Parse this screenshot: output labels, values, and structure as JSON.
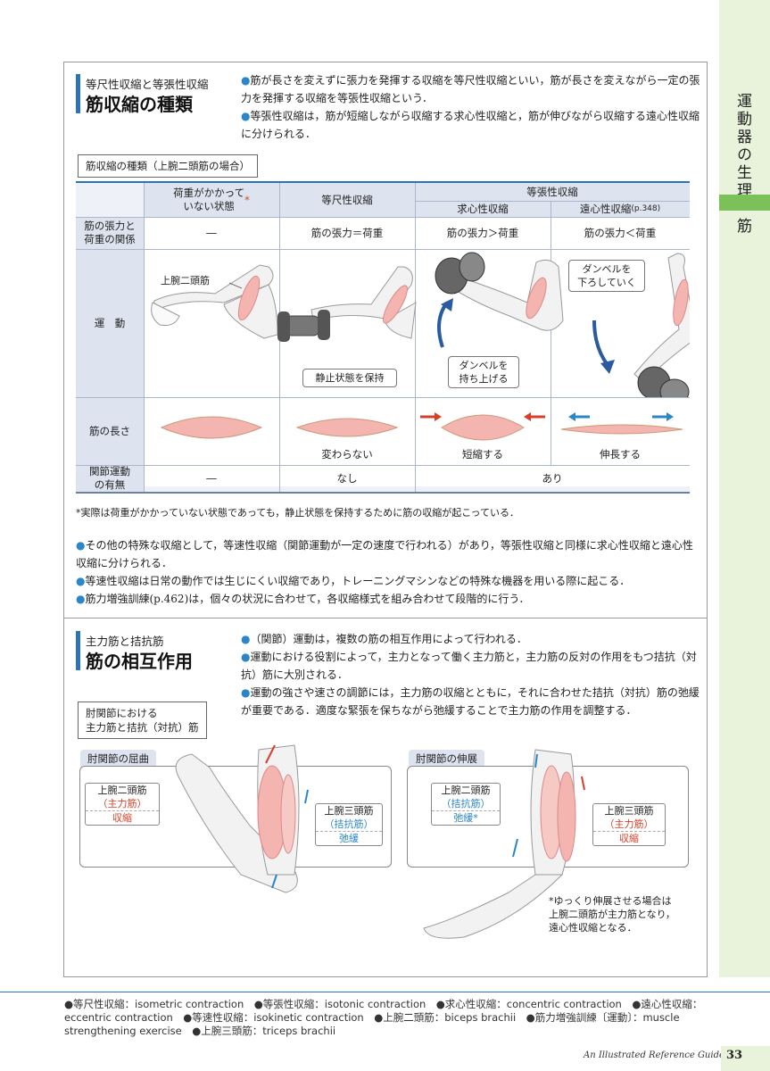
{
  "side": {
    "section": "運動器の生理",
    "subsection": "筋"
  },
  "section1": {
    "subtitle": "等尺性収縮と等張性収縮",
    "title": "筋収縮の種類",
    "bullets": [
      "筋が長さを変えずに張力を発揮する収縮を等尺性収縮といい，筋が長さを変えながら一定の張力を発揮する収縮を等張性収縮という．",
      "等張性収縮は，筋が短縮しながら収縮する求心性収縮と，筋が伸びながら収縮する遠心性収縮に分けられる．"
    ]
  },
  "table": {
    "label": "筋収縮の種類（上腕二頭筋の場合）",
    "col_unloaded": "荷重がかかって\nいない状態",
    "asterisk": "*",
    "col_isometric": "等尺性収縮",
    "col_isotonic": "等張性収縮",
    "col_concentric": "求心性収縮",
    "col_eccentric": "遠心性収縮",
    "col_eccentric_ref": "(p.348)",
    "row_tension": "筋の張力と\n荷重の関係",
    "row_motion": "運　動",
    "row_length": "筋の長さ",
    "row_joint": "関節運動\nの有無",
    "tension": [
      "―",
      "筋の張力＝荷重",
      "筋の張力＞荷重",
      "筋の張力＜荷重"
    ],
    "biceps_label": "上腕二頭筋",
    "callout_static": "静止状態を保持",
    "callout_lift": "ダンベルを\n持ち上げる",
    "callout_lower": "ダンベルを\n下ろしていく",
    "length": [
      "変わらない",
      "短縮する",
      "伸長する"
    ],
    "joint": [
      "―",
      "なし",
      "あり"
    ]
  },
  "footnote": "*実際は荷重がかかっていない状態であっても，静止状態を保持するために筋の収縮が起こっている．",
  "bullets2": [
    "その他の特殊な収縮として，等速性収縮（関節運動が一定の速度で行われる）があり，等張性収縮と同様に求心性収縮と遠心性収縮に分けられる．",
    "等速性収縮は日常の動作では生じにくい収縮であり，トレーニングマシンなどの特殊な機器を用いる際に起こる．",
    "筋力増強訓練(p.462)は，個々の状況に合わせて，各収縮様式を組み合わせて段階的に行う．"
  ],
  "section2": {
    "subtitle": "主力筋と拮抗筋",
    "title": "筋の相互作用",
    "bullets": [
      "（関節）運動は，複数の筋の相互作用によって行われる．",
      "運動における役割によって，主力となって働く主力筋と，主力筋の反対の作用をもつ拮抗（対抗）筋に大別される．",
      "運動の強さや速さの調節には，主力筋の収縮とともに，それに合わせた拮抗（対抗）筋の弛緩が重要である．適度な緊張を保ちながら弛緩することで主力筋の作用を調整する．"
    ],
    "fig_label": "肘関節における\n主力筋と拮抗（対抗）筋",
    "flexion": {
      "tab": "肘関節の屈曲",
      "biceps": "上腕二頭筋",
      "biceps_role": "（主力筋）",
      "biceps_state": "収縮",
      "triceps": "上腕三頭筋",
      "triceps_role": "（拮抗筋）",
      "triceps_state": "弛緩"
    },
    "extension": {
      "tab": "肘関節の伸展",
      "biceps": "上腕二頭筋",
      "biceps_role": "（拮抗筋）",
      "biceps_state": "弛緩*",
      "triceps": "上腕三頭筋",
      "triceps_role": "（主力筋）",
      "triceps_state": "収縮"
    },
    "note": "*ゆっくり伸展させる場合は\n上腕二頭筋が主力筋となり，\n遠心性収縮となる．"
  },
  "footer": {
    "glossary": "●等尺性収縮：isometric contraction　●等張性収縮：isotonic contraction　●求心性収縮：concentric contraction　●遠心性収縮：eccentric contraction　●等速性収縮：isokinetic contraction　●上腕二頭筋：biceps brachii　●筋力増強訓練〔運動〕：muscle strengthening exercise　●上腕三頭筋：triceps brachii",
    "book": "An Illustrated Reference Guide",
    "page": "33"
  },
  "colors": {
    "accent": "#2a74b9",
    "header_fill": "#dde4ef",
    "side_tab": "#e9f3dc",
    "side_green": "#7cc05a",
    "red": "#d6402a",
    "blue": "#2a86c9"
  }
}
